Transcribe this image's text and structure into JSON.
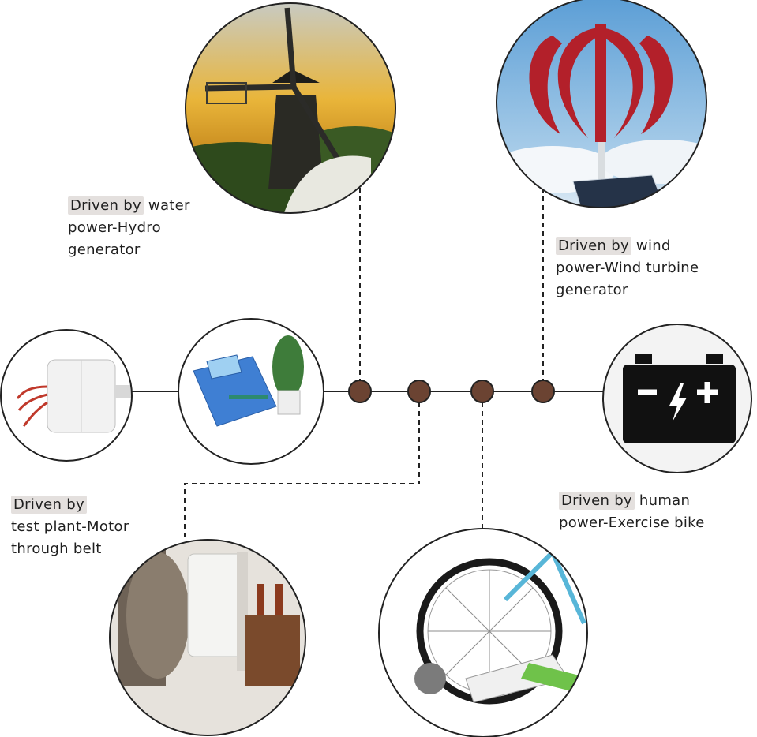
{
  "labels": {
    "water": {
      "highlight": "Driven by",
      "rest_line1": " water",
      "line2": "power-Hydro",
      "line3": "generator"
    },
    "wind": {
      "highlight": "Driven by",
      "rest_line1": " wind",
      "line2": "power-Wind turbine",
      "line3": "generator"
    },
    "test": {
      "highlight": "Driven by",
      "rest_line1": "",
      "line2": "test plant-Motor",
      "line3": "through belt"
    },
    "human": {
      "highlight": "Driven by",
      "rest_line1": " human",
      "line2": "power-Exercise bike"
    }
  },
  "colors": {
    "node_fill": "#6b4332",
    "line": "#222222",
    "highlight_bg": "#e4e0de",
    "turbine_red": "#b3202a",
    "sky": "#7fb4dc",
    "controller_blue": "#3f7fd3"
  }
}
